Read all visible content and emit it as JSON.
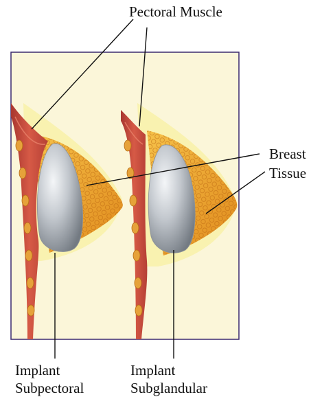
{
  "labels": {
    "pectoral_muscle": "Pectoral Muscle",
    "breast_tissue_line1": "Breast",
    "breast_tissue_line2": "Tissue",
    "left_implant_line1": "Implant",
    "left_implant_line2": "Subpectoral",
    "right_implant_line1": "Implant",
    "right_implant_line2": "Subglandular"
  },
  "colors": {
    "panel_background": "#fbf6d9",
    "panel_border": "#3b2a6e",
    "muscle": "#c9483e",
    "muscle_highlight": "#e8826a",
    "rib": "#e6a23a",
    "gland_tissue": "#eeaa2a",
    "implant": "#b7bcc2",
    "skin_glow": "#f7ee8e"
  }
}
